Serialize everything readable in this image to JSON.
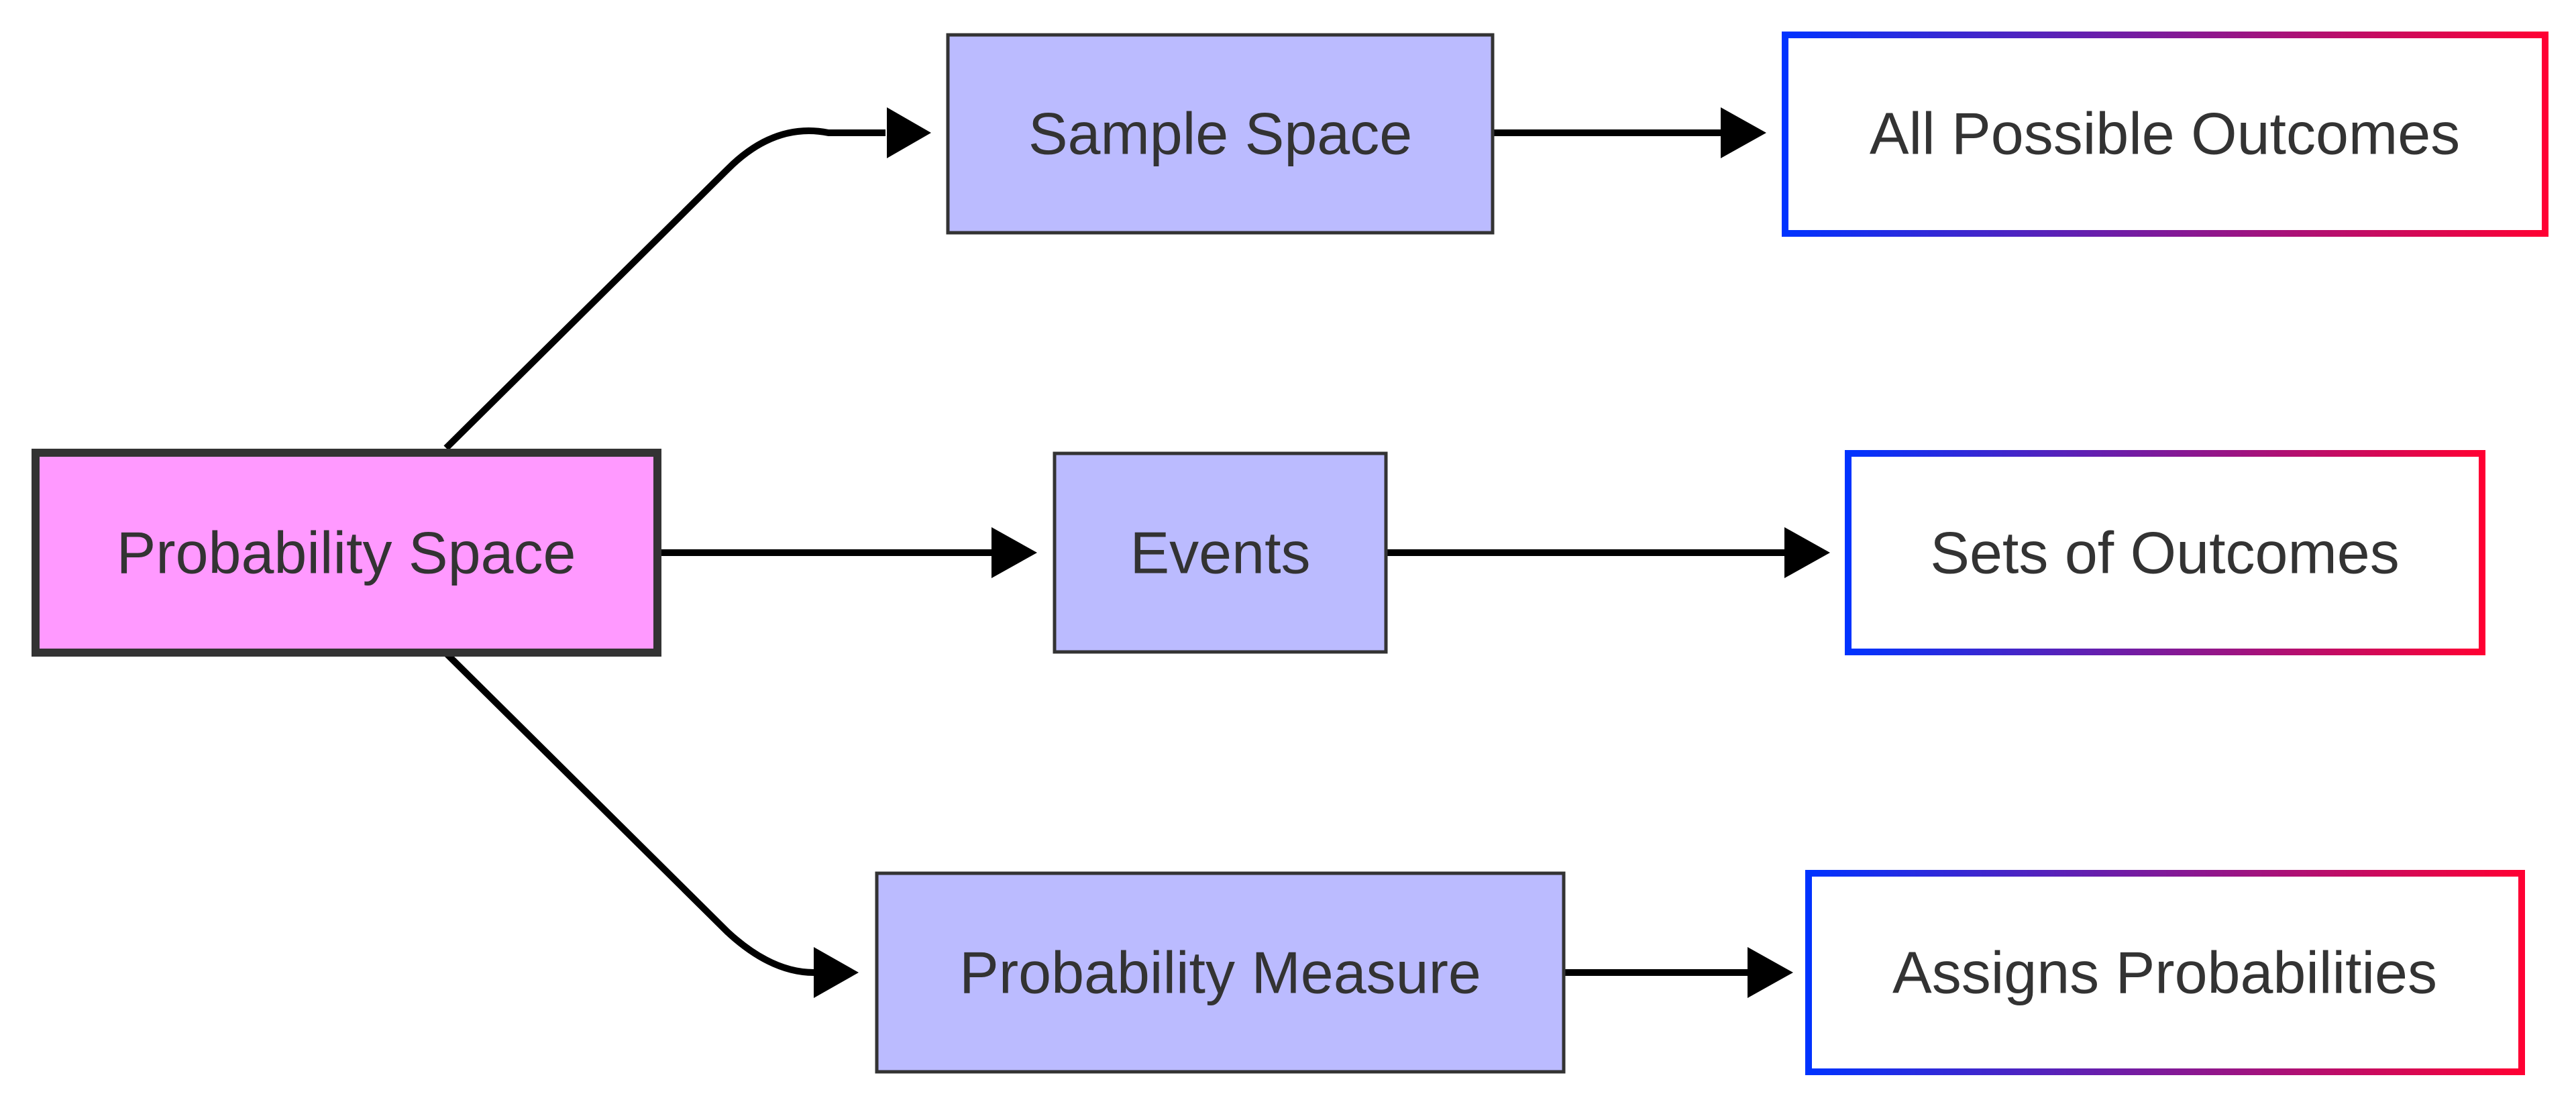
{
  "diagram": {
    "nodes": [
      {
        "id": "probability-space",
        "label": "Probability Space",
        "style": "root"
      },
      {
        "id": "sample-space",
        "label": "Sample Space",
        "style": "concept"
      },
      {
        "id": "events",
        "label": "Events",
        "style": "concept"
      },
      {
        "id": "probability-measure",
        "label": "Probability Measure",
        "style": "concept"
      },
      {
        "id": "all-possible-outcomes",
        "label": "All Possible Outcomes",
        "style": "definition"
      },
      {
        "id": "sets-of-outcomes",
        "label": "Sets of Outcomes",
        "style": "definition"
      },
      {
        "id": "assigns-probabilities",
        "label": "Assigns Probabilities",
        "style": "definition"
      }
    ],
    "edges": [
      {
        "from": "probability-space",
        "to": "sample-space"
      },
      {
        "from": "probability-space",
        "to": "events"
      },
      {
        "from": "probability-space",
        "to": "probability-measure"
      },
      {
        "from": "sample-space",
        "to": "all-possible-outcomes"
      },
      {
        "from": "events",
        "to": "sets-of-outcomes"
      },
      {
        "from": "probability-measure",
        "to": "assigns-probabilities"
      }
    ],
    "colors": {
      "root_fill": "#FF99FF",
      "root_stroke": "#333333",
      "concept_fill": "#BBBBFF",
      "concept_stroke": "#333333",
      "definition_fill": "#FFFFFF",
      "definition_gradient_start": "#0033FF",
      "definition_gradient_end": "#FF0033",
      "edge": "#000000",
      "text": "#333333"
    }
  }
}
